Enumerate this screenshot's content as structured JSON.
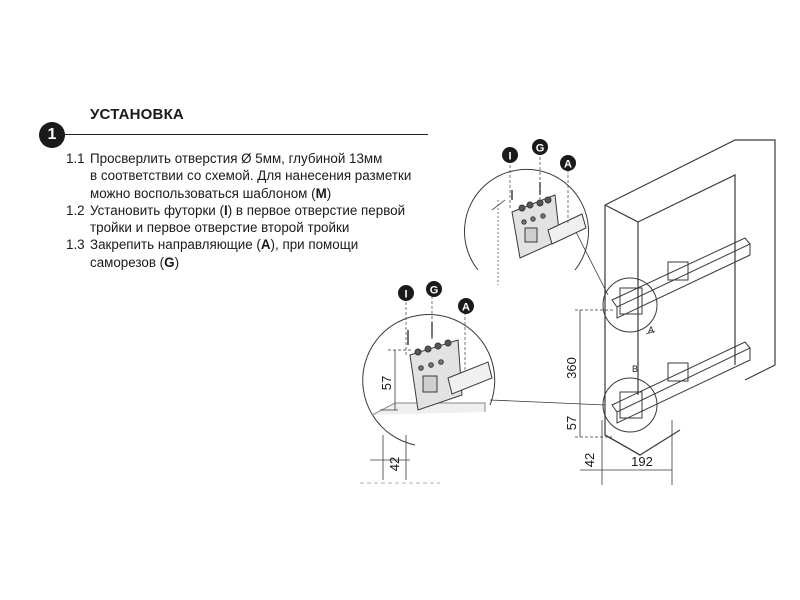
{
  "header": {
    "step_number": "1",
    "title": "УСТАНОВКА"
  },
  "instructions": [
    {
      "number": "1.1",
      "lines": [
        [
          "Просверлить отверстия Ø 5мм, глубиной 13мм"
        ],
        [
          "в соответствии со схемой. Для нанесения разметки"
        ],
        [
          "можно воспользоваться шаблоном (",
          "M",
          ")"
        ]
      ]
    },
    {
      "number": "1.2",
      "lines": [
        [
          "Установить футорки (",
          "I",
          ") в первое отверстие первой"
        ],
        [
          "тройки и первое отверстие второй тройки"
        ]
      ]
    },
    {
      "number": "1.3",
      "lines": [
        [
          "Закрепить направляющие (",
          "A",
          "), при помощи"
        ],
        [
          "саморезов (",
          "G",
          ")"
        ]
      ]
    }
  ],
  "callouts": {
    "upper_detail": [
      "I",
      "G",
      "A"
    ],
    "lower_detail": [
      "I",
      "G",
      "A"
    ]
  },
  "detail_labels": {
    "upper": "A",
    "lower": "B"
  },
  "dimensions": {
    "detail_height": "57",
    "detail_offset": "42",
    "cabinet_spacing": "360",
    "cabinet_height": "57",
    "cabinet_offset": "42",
    "cabinet_width": "192"
  },
  "colors": {
    "line": "#3a3a3a",
    "light_line": "#8a8a8a",
    "badge": "#1a1a1a",
    "plate": "#d6d6d6"
  }
}
